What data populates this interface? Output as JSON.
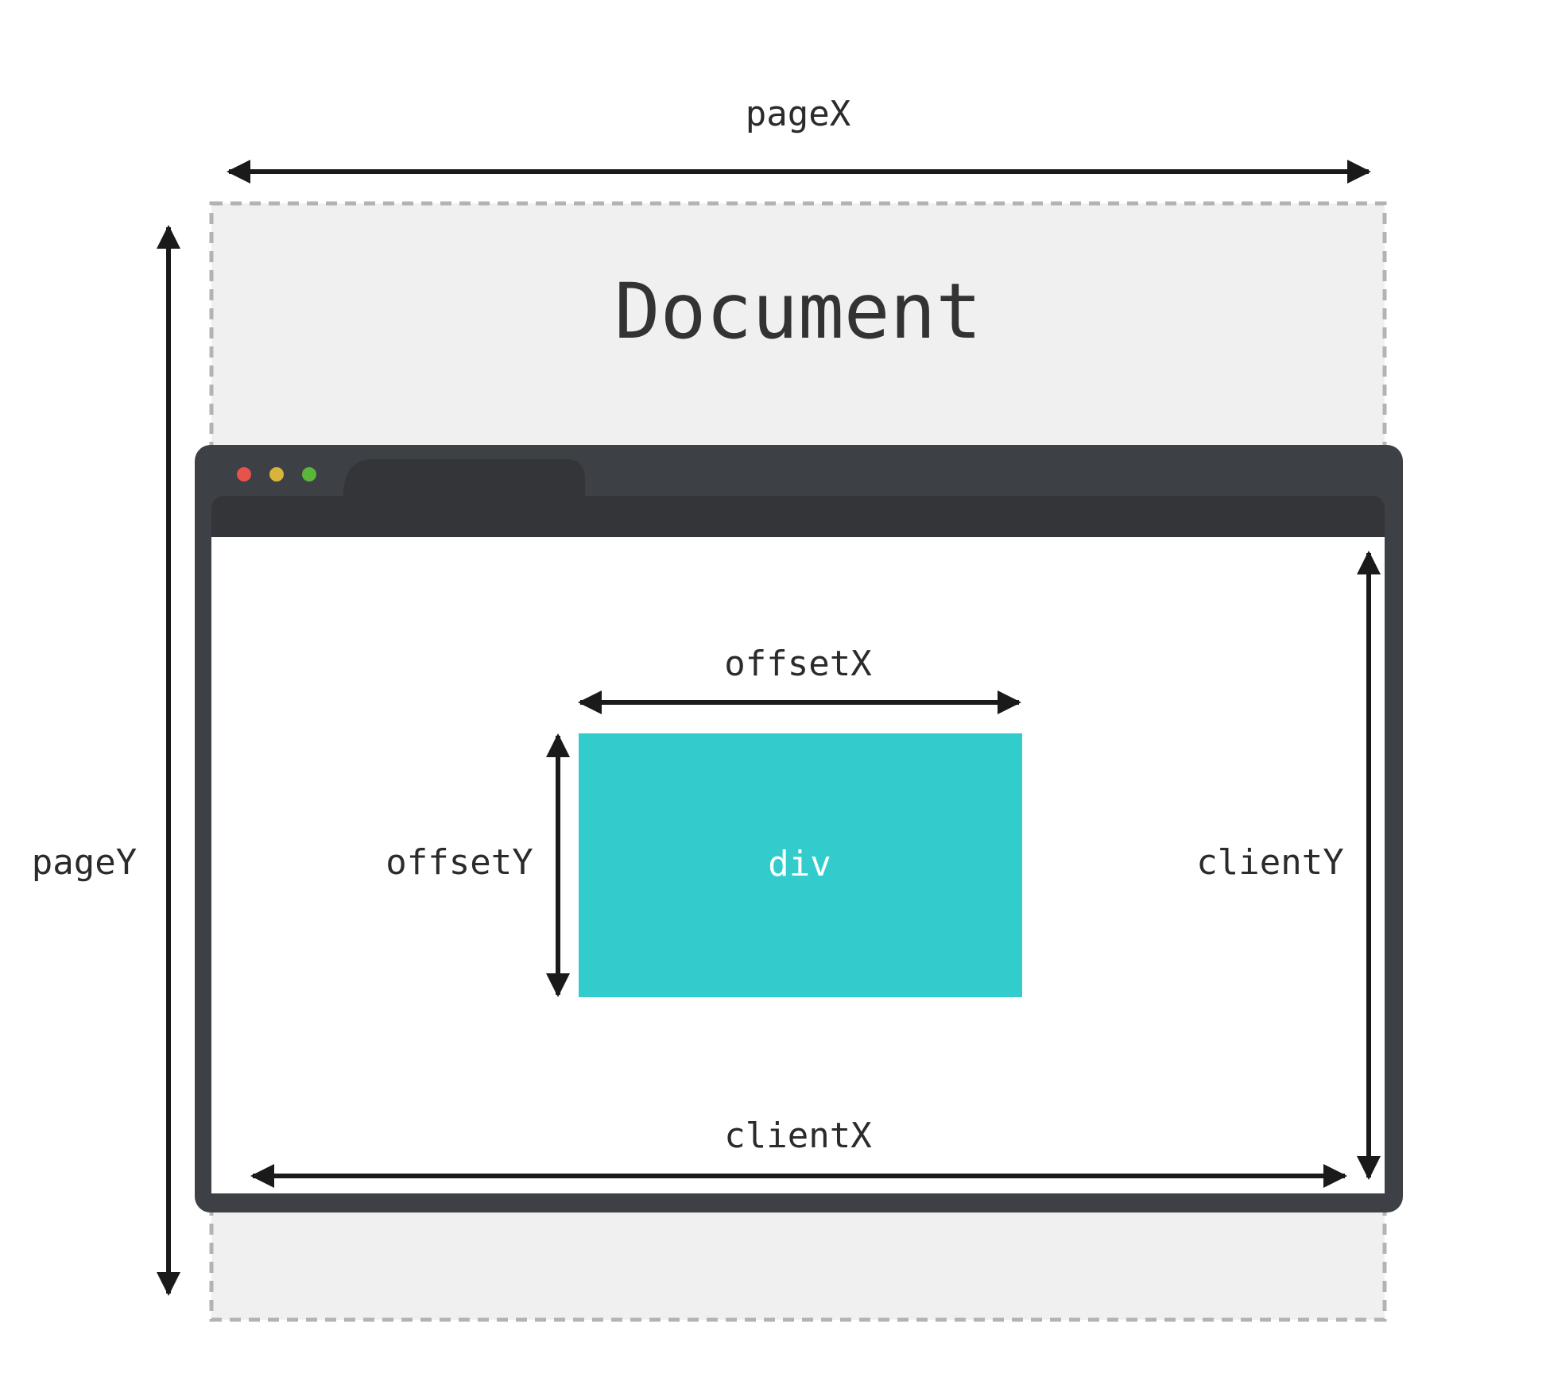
{
  "document": {
    "title": "Document"
  },
  "labels": {
    "pageX": "pageX",
    "pageY": "pageY",
    "offsetX": "offsetX",
    "offsetY": "offsetY",
    "clientX": "clientX",
    "clientY": "clientY",
    "div": "div"
  },
  "colors": {
    "document_bg": "#f0f0f0",
    "document_border": "#b3b3b3",
    "browser_frame": "#3d4044",
    "browser_toolbar": "#333538",
    "viewport": "#ffffff",
    "div_fill": "#33cccc",
    "arrow": "#1a1a1a",
    "dot_red": "#e5534b",
    "dot_yellow": "#d9b43a",
    "dot_green": "#5bb53b"
  },
  "icons": [
    "window-close-dot",
    "window-minimize-dot",
    "window-maximize-dot"
  ]
}
